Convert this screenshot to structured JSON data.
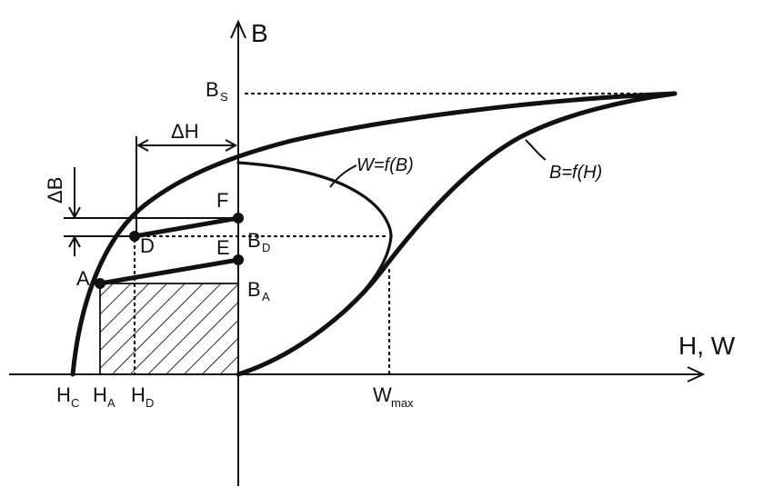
{
  "labels": {
    "axis_y": "B",
    "axis_x": "H, W",
    "bs_main": "B",
    "bs_sub": "S",
    "bd_main": "B",
    "bd_sub": "D",
    "ba_main": "B",
    "ba_sub": "A",
    "hc_main": "H",
    "hc_sub": "C",
    "ha_main": "H",
    "ha_sub": "A",
    "hd_main": "H",
    "hd_sub": "D",
    "wmax_main": "W",
    "wmax_sub": "max",
    "delta_h": "ΔH",
    "delta_b": "ΔB",
    "point_a": "A",
    "point_d": "D",
    "point_e": "E",
    "point_f": "F",
    "curve_w": "W=f(B)",
    "curve_b": "B=f(H)"
  },
  "colors": {
    "ink": "#111111",
    "background": "#ffffff"
  }
}
